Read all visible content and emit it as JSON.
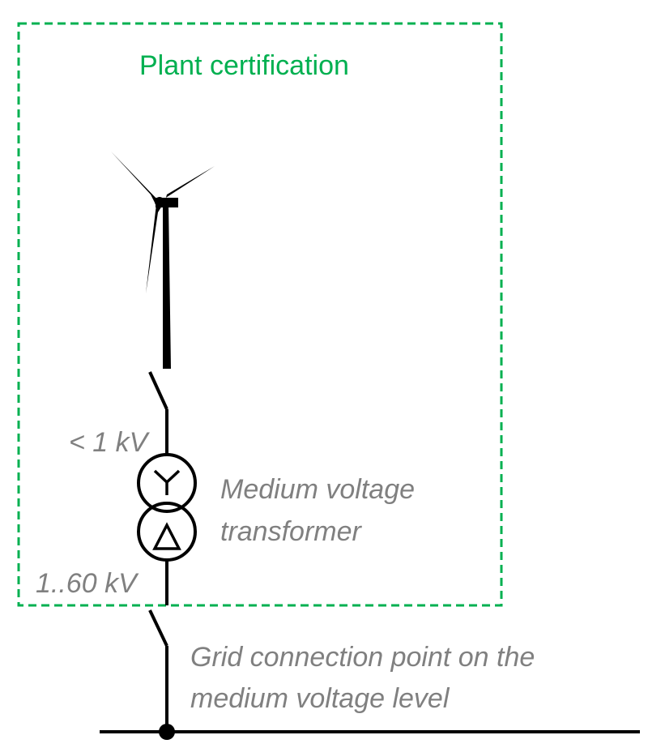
{
  "diagram": {
    "boundary_label": "Plant certification",
    "low_voltage_label": "< 1 kV",
    "transformer_label_line1": "Medium voltage",
    "transformer_label_line2": "transformer",
    "medium_voltage_label": "1..60 kV",
    "grid_label_line1": "Grid connection point on the",
    "grid_label_line2": "medium voltage level"
  },
  "colors": {
    "boundary": "#00b050",
    "lines": "#000000",
    "labels": "#808080"
  },
  "icons": {
    "turbine": "wind-turbine-icon",
    "transformer_primary": "wye-winding-icon",
    "transformer_secondary": "delta-winding-icon",
    "connection_point": "node-dot-icon"
  }
}
